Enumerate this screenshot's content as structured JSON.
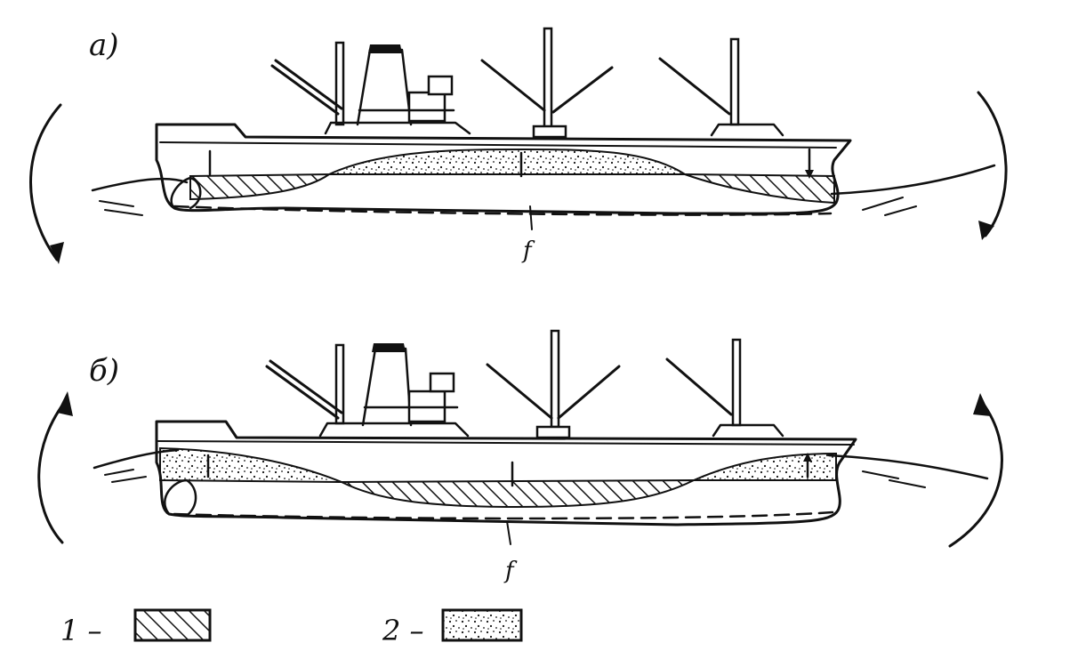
{
  "panels": [
    {
      "label": "a)",
      "deflection_label": "f"
    },
    {
      "label": "б)",
      "deflection_label": "f"
    }
  ],
  "legend": [
    {
      "number": "1 –",
      "pattern": "hatched"
    },
    {
      "number": "2 –",
      "pattern": "dotted"
    }
  ],
  "colors": {
    "ink": "#111111",
    "background": "#ffffff"
  }
}
